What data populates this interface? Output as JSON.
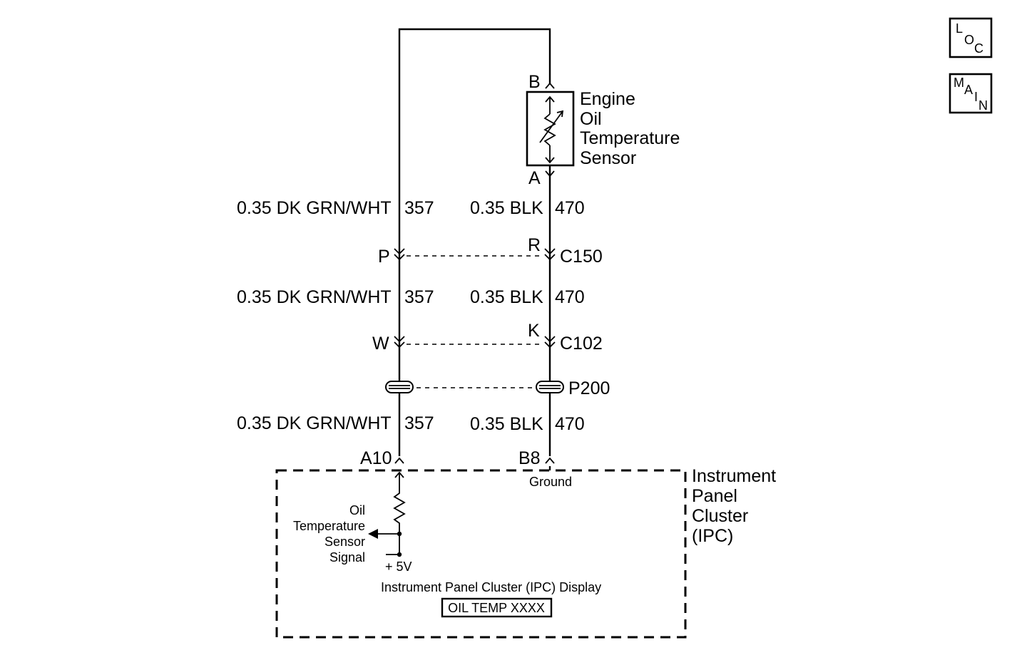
{
  "nav_buttons": {
    "loc": [
      "L",
      "O",
      "C"
    ],
    "main": [
      "M",
      "A",
      "I",
      "N"
    ]
  },
  "sensor": {
    "label_lines": [
      "Engine",
      "Oil",
      "Temperature",
      "Sensor"
    ],
    "pin_top": "B",
    "pin_bottom": "A"
  },
  "wires": {
    "left_label": "0.35 DK GRN/WHT",
    "left_circuit": "357",
    "right_label": "0.35 BLK",
    "right_circuit": "470"
  },
  "connectors": {
    "c150": {
      "name": "C150",
      "left_pin": "P",
      "right_pin": "R"
    },
    "c102": {
      "name": "C102",
      "left_pin": "W",
      "right_pin": "K"
    },
    "p200": {
      "name": "P200"
    }
  },
  "ipc": {
    "label_lines": [
      "Instrument",
      "Panel",
      "Cluster",
      "(IPC)"
    ],
    "pin_left": "A10",
    "pin_right": "B8",
    "ground_label": "Ground",
    "signal_lines": [
      "Oil",
      "Temperature",
      "Sensor",
      "Signal"
    ],
    "supply_label": "+ 5V",
    "display_label": "Instrument Panel Cluster (IPC) Display",
    "display_text": "OIL TEMP XXXX"
  }
}
